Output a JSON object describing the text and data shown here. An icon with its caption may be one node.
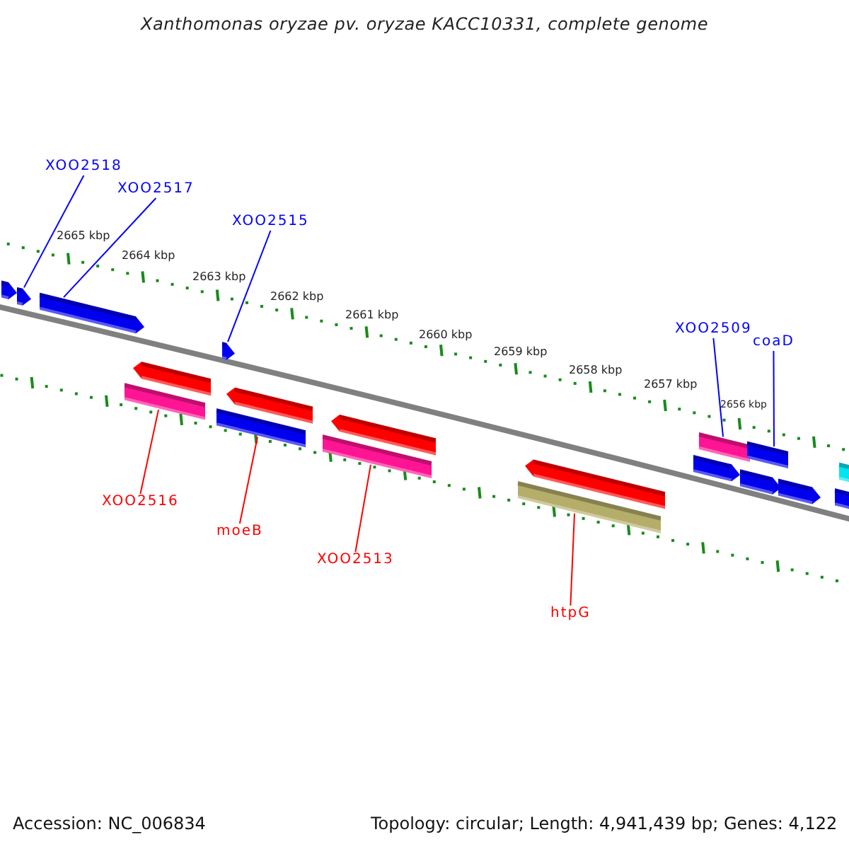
{
  "diagram": {
    "title": "Xanthomonas oryzae pv. oryzae KACC10331, complete genome",
    "nodes": [
      {
        "text": [
          "XOO2518"
        ]
      },
      {
        "text": [
          "XOO2517"
        ]
      },
      {
        "text": [
          "XOO2515"
        ]
      },
      {
        "text": [
          "XOO2509"
        ]
      },
      {
        "text": [
          "coaD"
        ]
      },
      {
        "text": [
          "XOO2516"
        ]
      },
      {
        "text": [
          "moeB"
        ]
      },
      {
        "text": [
          "XOO2513"
        ]
      },
      {
        "text": [
          "htpG"
        ]
      },
      {
        "text": [],
        "shape": "bar"
      },
      {
        "text": [],
        "shape": "bar"
      },
      {
        "text": [],
        "shape": "bar"
      },
      {
        "text": [],
        "shape": "bar"
      },
      {
        "text": [],
        "shape": "bar"
      },
      {
        "text": [],
        "shape": "bar"
      },
      {
        "text": [],
        "shape": "bar"
      },
      {
        "text": [],
        "shape": "bar"
      },
      {
        "text": [],
        "shape": "bar"
      },
      {
        "text": [],
        "shape": "bar"
      },
      {
        "text": [],
        "shape": "bar"
      },
      {
        "text": [],
        "shape": "bar"
      },
      {
        "text": [],
        "shape": "bar"
      },
      {
        "text": [],
        "shape": "bar"
      },
      {
        "text": [],
        "shape": "bar"
      },
      {
        "text": [],
        "shape": "bar"
      },
      {
        "text": [],
        "shape": "bar"
      },
      {
        "text": [],
        "shape": "bar"
      },
      {
        "text": [],
        "shape": "bar"
      }
    ],
    "edges": [
      {
        "from": 0,
        "to": 10,
        "arrow": "none"
      },
      {
        "from": 1,
        "to": 11,
        "arrow": "none"
      },
      {
        "from": 2,
        "to": 15,
        "arrow": "none"
      },
      {
        "from": 3,
        "to": 22,
        "arrow": "none"
      },
      {
        "from": 4,
        "to": 24,
        "arrow": "none"
      },
      {
        "from": 5,
        "to": 12,
        "arrow": "none",
        "color": "#ff0000"
      },
      {
        "from": 6,
        "to": 14,
        "arrow": "none",
        "color": "#ff0000"
      },
      {
        "from": 7,
        "to": 17,
        "arrow": "none",
        "color": "#ff0000"
      },
      {
        "from": 8,
        "to": 19,
        "arrow": "none",
        "color": "#ff0000"
      }
    ],
    "labels": [
      "2665 kbp",
      "2664 kbp",
      "2663 kbp",
      "2662 kbp",
      "2661 kbp",
      "2660 kbp",
      "2659 kbp",
      "2658 kbp",
      "2657 kbp",
      "2656 kbp",
      "Accession: NC_006834",
      "Topology: circular; Length: 4,941,439 bp; Genes: 4,122"
    ]
  }
}
